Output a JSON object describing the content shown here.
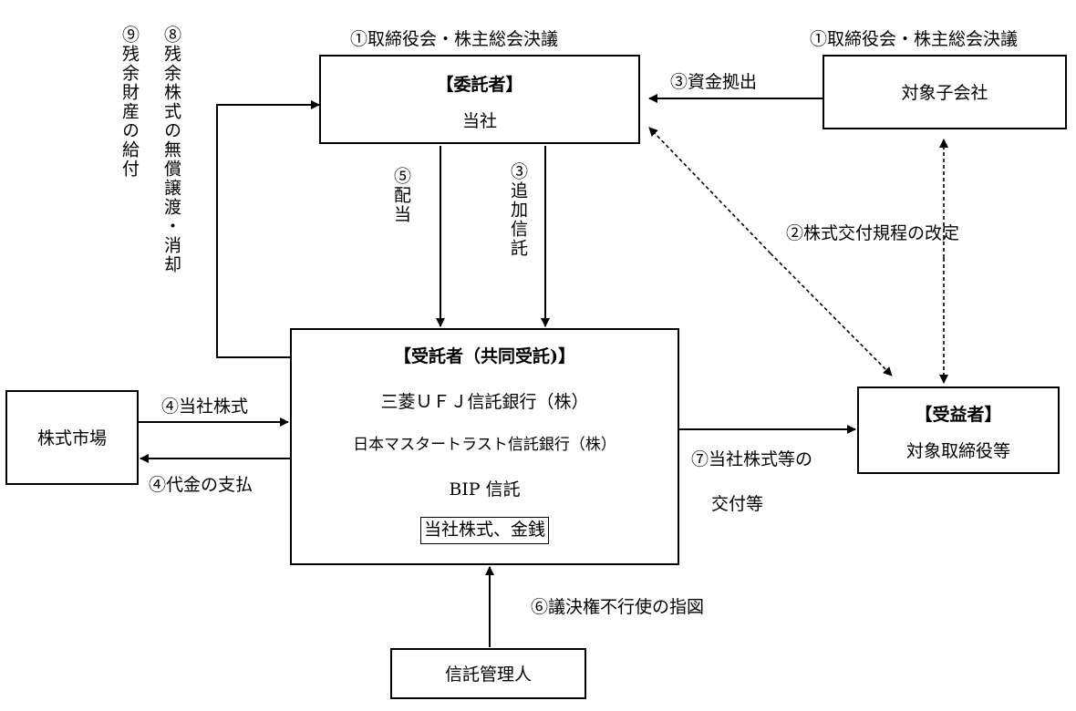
{
  "resolutions": {
    "left": "①取締役会・株主総会決議",
    "right": "①取締役会・株主総会決議"
  },
  "trustor": {
    "title": "【委託者】",
    "name": "当社"
  },
  "subsidiary": {
    "name": "対象子会社"
  },
  "trustee": {
    "title": "【受託者（共同受託)】",
    "bank1": "三菱ＵＦＪ信託銀行（株）",
    "bank2": "日本マスタートラスト信託銀行（株）",
    "trust": "BIP 信託",
    "assets": "当社株式、金銭"
  },
  "beneficiary": {
    "title": "【受益者】",
    "name": "対象取締役等"
  },
  "market": {
    "name": "株式市場"
  },
  "administrator": {
    "name": "信託管理人"
  },
  "flows": {
    "funding": "③資金拠出",
    "rules": "②株式交付規程の改定",
    "dividend": "⑤配当",
    "additional_trust": "③追加信託",
    "residual_shares": "⑧残余株式の無償譲渡・消却",
    "residual_assets": "⑨残余財産の給付",
    "buy_shares": "④当社株式",
    "payment": "④代金の支払",
    "delivery_line1": "⑦当社株式等の",
    "delivery_line2": "交付等",
    "voting": "⑥議決権不行使の指図"
  }
}
